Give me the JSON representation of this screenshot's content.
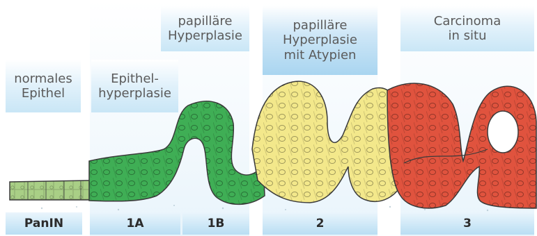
{
  "stages": [
    {
      "id": "normal",
      "title": "normales\nEpithel",
      "code": "PanIN"
    },
    {
      "id": "1a",
      "title": "Epithel-\nhyperplasie",
      "code": "1A"
    },
    {
      "id": "1b",
      "title": "papilläre\nHyperplasie",
      "code": "1B"
    },
    {
      "id": "2",
      "title": "papilläre\nHyperplasie\nmit Atypien",
      "code": "2"
    },
    {
      "id": "3",
      "title": "Carcinoma\nin situ",
      "code": "3"
    }
  ],
  "colors": {
    "normal": "#a9cf86",
    "hyperplasia": "#3fae55",
    "atypia": "#f3e88b",
    "carcinoma": "#e0533e",
    "outline": "#3b3b3b"
  }
}
